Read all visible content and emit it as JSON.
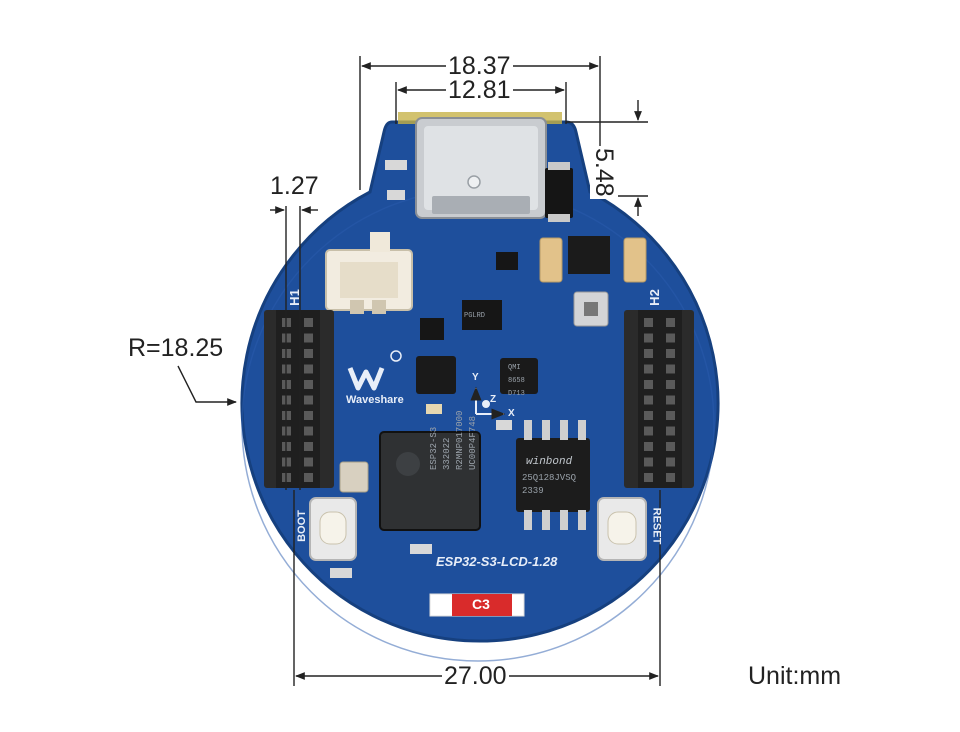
{
  "dimensions": {
    "overall_width": "18.37",
    "usb_width": "12.81",
    "usb_offset": "5.48",
    "pin_pitch": "1.27",
    "radius": "R=18.25",
    "header_spacing": "27.00",
    "unit": "Unit:mm"
  },
  "board_labels": {
    "board_name": "ESP32-S3-LCD-1.28",
    "header_left": "H1",
    "header_right": "H2",
    "boot": "BOOT",
    "reset": "RESET",
    "brand": "Waveshare",
    "c3": "C3",
    "axis_y": "Y",
    "axis_z": "Z",
    "axis_x": "X"
  },
  "chip_markings": {
    "esp32": "ESP32-S3\n332022\nR2MNP017000\nUC00P4F748",
    "flash_brand": "winbond",
    "flash": "25Q128JVSQ\n2339",
    "sensor": "QMI\n8658\nD713",
    "small_chip": "PGLRD"
  },
  "colors": {
    "pcb": "#1e4f9c",
    "pcb_edge": "#16407f",
    "silkscreen": "#e8eef8",
    "header": "#2b2b2b",
    "dimension_line": "#222222"
  }
}
